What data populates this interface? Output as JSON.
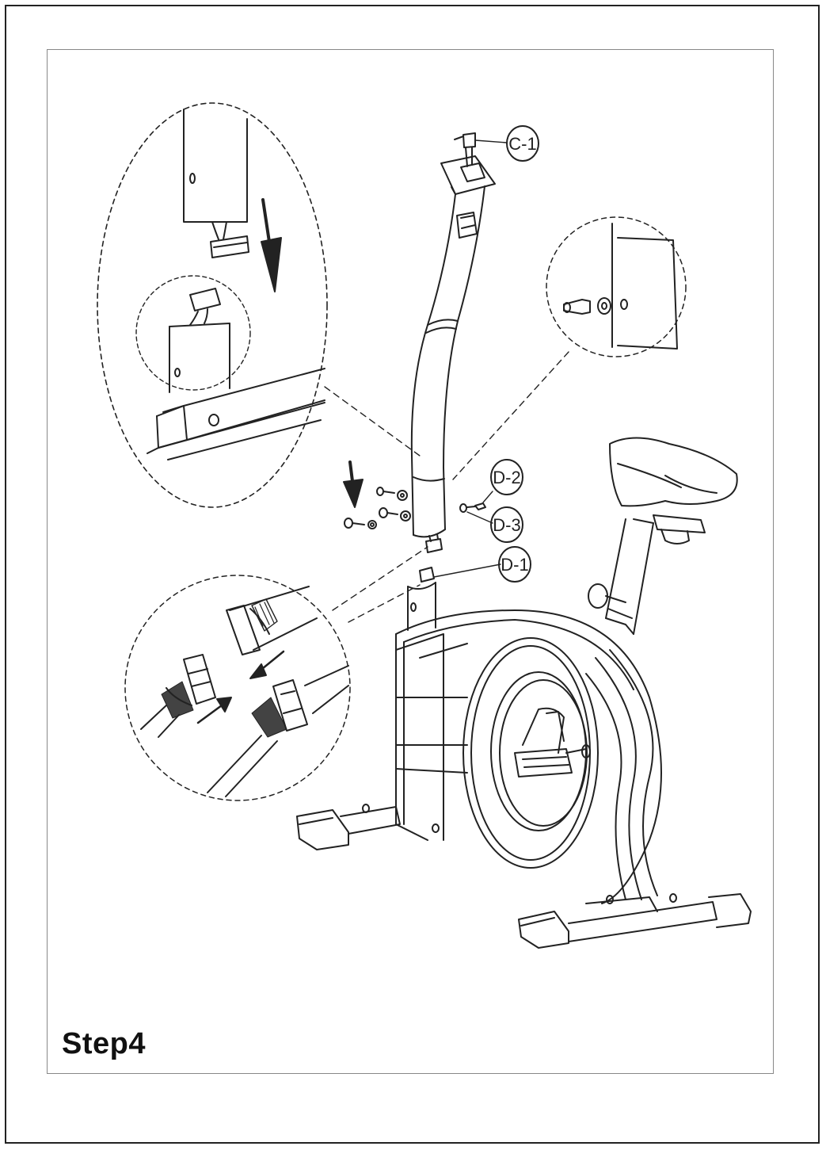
{
  "step": {
    "title": "Step4"
  },
  "part_labels": {
    "c1": "C-1",
    "d2": "D-2",
    "d3": "D-3",
    "d1": "D-1"
  },
  "colors": {
    "line": "#222222",
    "frame": "#888888",
    "background": "#ffffff"
  }
}
